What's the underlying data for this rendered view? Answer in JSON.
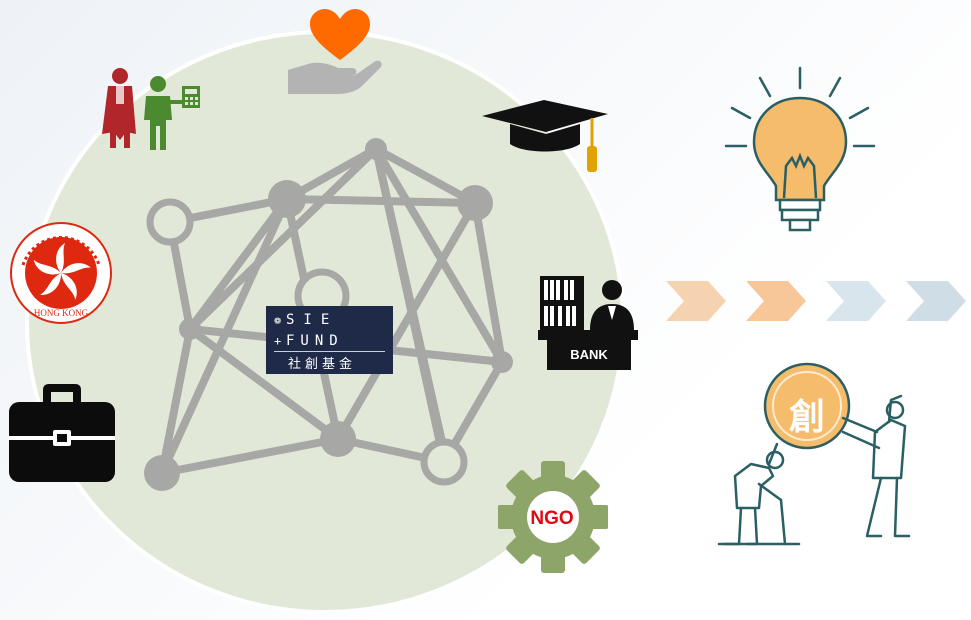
{
  "fund_logo": {
    "line1": "SIE",
    "line2": "FUND",
    "line3": "社創基金"
  },
  "bank": {
    "label": "BANK"
  },
  "ngo": {
    "label": "NGO"
  },
  "creativity_coin": {
    "label": "創"
  },
  "hk_emblem": {
    "ring_text": "HONG KONG"
  },
  "colors": {
    "circle_fill": "#e2e8d8",
    "network": "#a7a8a5",
    "heart": "#ff6a00",
    "hand": "#b3b3b3",
    "judge_robe": "#b0262b",
    "accountant": "#4c8a2f",
    "emblem_red": "#de2910",
    "gear": "#8ea56a",
    "bulb": "#f5bc6c",
    "chevrons": [
      "#f6d3b0",
      "#f7c79a",
      "#d8e5ec",
      "#cfdde6"
    ]
  }
}
